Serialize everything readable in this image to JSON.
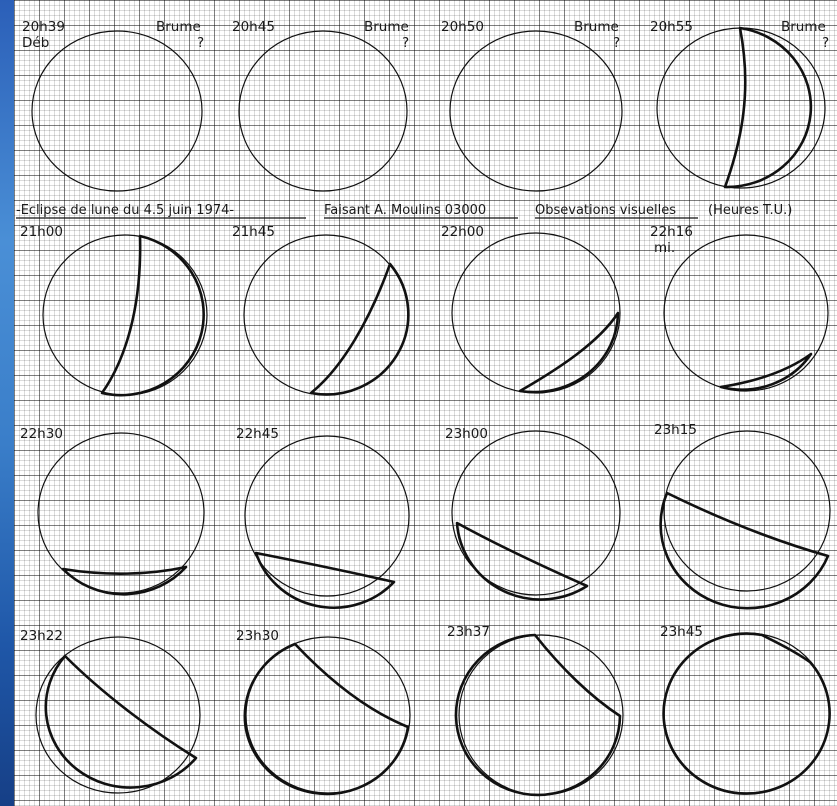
{
  "caption": {
    "title": "-Eclipse de lune du 4.5 juin 1974-",
    "observer": "Faisant A. Moulins 03000",
    "kind": "Obsevations visuelles",
    "units": "(Heures T.U.)"
  },
  "panels": [
    {
      "time": "20h39",
      "note": "Brume",
      "note2": "?",
      "sub": "Déb"
    },
    {
      "time": "20h45",
      "note": "Brume",
      "note2": "?",
      "sub": ""
    },
    {
      "time": "20h50",
      "note": "Brume",
      "note2": "?",
      "sub": ""
    },
    {
      "time": "20h55",
      "note": "Brume",
      "note2": "?",
      "sub": ""
    },
    {
      "time": "21h00",
      "note": "",
      "note2": "",
      "sub": ""
    },
    {
      "time": "21h45",
      "note": "",
      "note2": "",
      "sub": ""
    },
    {
      "time": "22h00",
      "note": "",
      "note2": "",
      "sub": ""
    },
    {
      "time": "22h16",
      "note": "",
      "note2": "",
      "sub": "mi."
    },
    {
      "time": "22h30",
      "note": "",
      "note2": "",
      "sub": ""
    },
    {
      "time": "22h45",
      "note": "",
      "note2": "",
      "sub": ""
    },
    {
      "time": "23h00",
      "note": "",
      "note2": "",
      "sub": ""
    },
    {
      "time": "23h15",
      "note": "",
      "note2": "",
      "sub": ""
    },
    {
      "time": "23h22",
      "note": "",
      "note2": "",
      "sub": ""
    },
    {
      "time": "23h30",
      "note": "",
      "note2": "",
      "sub": ""
    },
    {
      "time": "23h37",
      "note": "",
      "note2": "",
      "sub": ""
    },
    {
      "time": "23h45",
      "note": "",
      "note2": "",
      "sub": ""
    }
  ]
}
